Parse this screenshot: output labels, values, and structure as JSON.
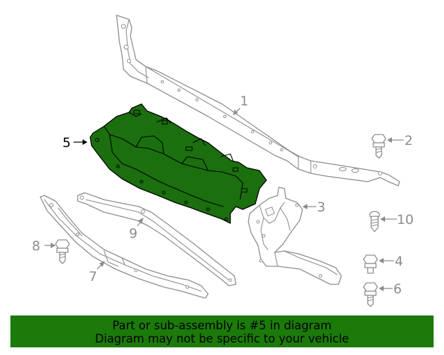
{
  "diagram": {
    "callouts": [
      {
        "id": "1",
        "label": "1"
      },
      {
        "id": "2",
        "label": "2"
      },
      {
        "id": "3",
        "label": "3"
      },
      {
        "id": "4",
        "label": "4"
      },
      {
        "id": "5",
        "label": "5",
        "highlighted": true
      },
      {
        "id": "6",
        "label": "6"
      },
      {
        "id": "7",
        "label": "7"
      },
      {
        "id": "8",
        "label": "8"
      },
      {
        "id": "9",
        "label": "9"
      },
      {
        "id": "10",
        "label": "10"
      }
    ],
    "colors": {
      "highlight_fill": "#1b6f0e",
      "part_stroke": "#8c8c8c",
      "banner_background": "#1c7a0b"
    }
  },
  "banner": {
    "line1": "Part or sub-assembly is #5 in diagram",
    "line2": "Diagram may not be specific to your vehicle"
  }
}
